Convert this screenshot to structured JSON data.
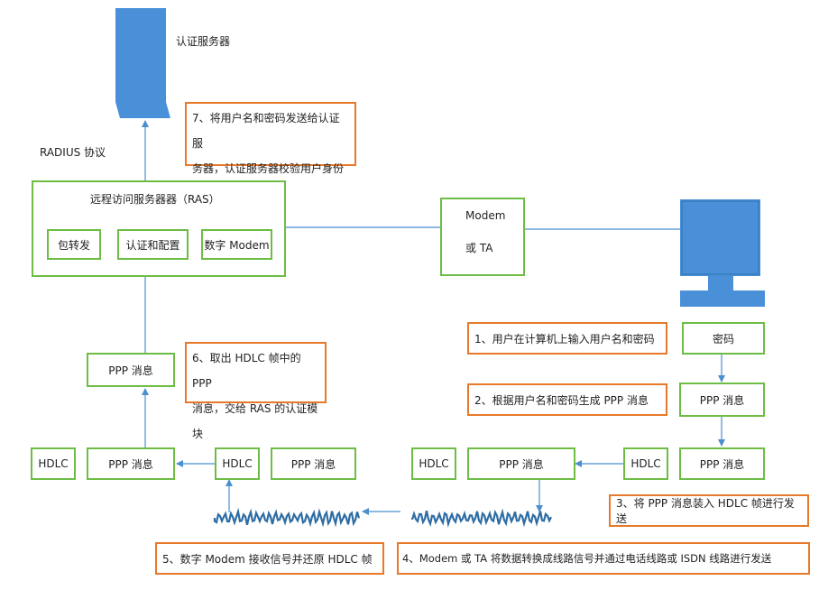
{
  "auth_server": {
    "label": "认证服务器"
  },
  "radius": {
    "label": "RADIUS 协议"
  },
  "ras": {
    "title": "远程访问服务器器（RAS）",
    "modules": [
      "包转发",
      "认证和配置",
      "数字 Modem"
    ]
  },
  "modem": {
    "line1": "Modem",
    "line2": "或 TA"
  },
  "pc_password": "密码",
  "left_ppp": "PPP 消息",
  "left_row": [
    "HDLC",
    "PPP 消息",
    "HDLC",
    "PPP 消息"
  ],
  "right_row": [
    "HDLC",
    "PPP 消息",
    "HDLC",
    "PPP 消息"
  ],
  "right_ppp": "PPP 消息",
  "steps": {
    "s1": "1、用户在计算机上输入用户名和密码",
    "s2": "2、根据用户名和密码生成 PPP 消息",
    "s3": "3、将 PPP 消息装入 HDLC 帧进行发送",
    "s4": "4、Modem 或 TA 将数据转换成线路信号并通过电话线路或 ISDN 线路进行发送",
    "s5": "5、数字 Modem 接收信号并还原 HDLC 帧",
    "s6_line1": "6、取出 HDLC 帧中的 PPP",
    "s6_line2": "消息，交给 RAS 的认证模块",
    "s7_line1": "7、将用户名和密码发送给认证服",
    "s7_line2": "务器，认证服务器校验用户身份"
  },
  "colors": {
    "green": "#6dbd45",
    "orange": "#e8792b",
    "blue": "#4a8fd0",
    "device": "#4a90d9"
  }
}
